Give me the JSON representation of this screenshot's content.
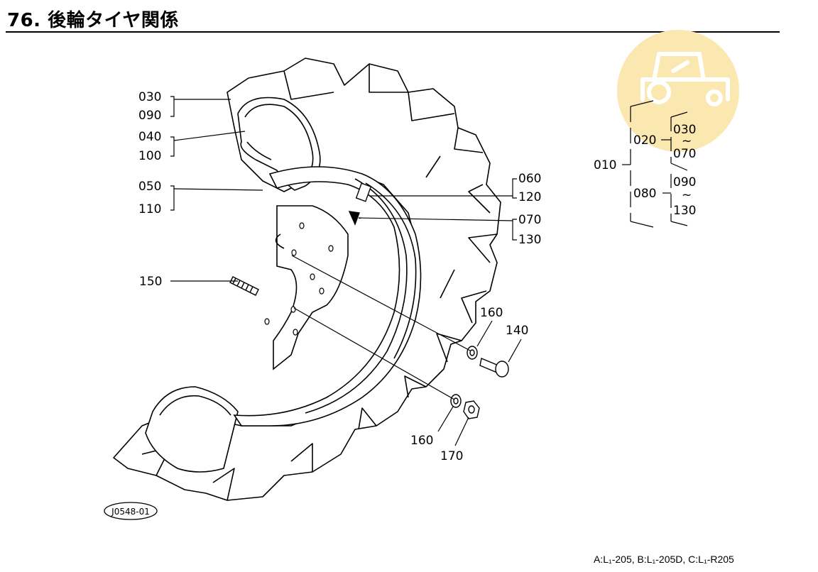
{
  "header": {
    "title": "76. 後輪タイヤ関係"
  },
  "diagram_code": "J0548-01",
  "footer": {
    "note": "A:L₁-205, B:L₁-205D, C:L₁-R205"
  },
  "parts": {
    "p030": "030",
    "p090": "090",
    "p040": "040",
    "p100": "100",
    "p050": "050",
    "p110": "110",
    "p060": "060",
    "p120": "120",
    "p070": "070",
    "p130": "130",
    "p150": "150",
    "p160a": "160",
    "p140": "140",
    "p160b": "160",
    "p170": "170"
  },
  "assembly_tree": {
    "root": "010",
    "group1": {
      "label": "020",
      "from": "030",
      "tilde": "~",
      "to": "070"
    },
    "group2": {
      "label": "080",
      "from": "090",
      "tilde": "~",
      "to": "130"
    }
  }
}
